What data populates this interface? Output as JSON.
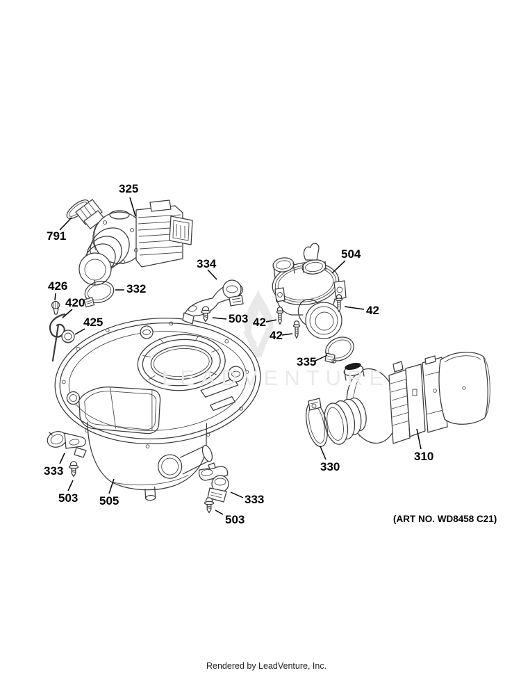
{
  "art_note": "(ART NO. WD8458 C21)",
  "credit": "Rendered by LeadVenture, Inc.",
  "watermark": {
    "text": "LEADVENTURE",
    "icon": "flame-icon"
  },
  "colors": {
    "background": "#ffffff",
    "line": "#3a3a3a",
    "label": "#000000",
    "watermark": "#e9e9e9"
  },
  "callouts": [
    {
      "text": "325",
      "part": "pump-and-motor-assembly"
    },
    {
      "text": "791",
      "part": "o-ring"
    },
    {
      "text": "426",
      "part": "pin"
    },
    {
      "text": "420",
      "part": "wire-clip"
    },
    {
      "text": "425",
      "part": "grommet"
    },
    {
      "text": "332",
      "part": "hose-clamp"
    },
    {
      "text": "334",
      "part": "support-bracket"
    },
    {
      "text": "503",
      "part": "screw"
    },
    {
      "text": "504",
      "part": "valve-housing"
    },
    {
      "text": "42",
      "part": "screw"
    },
    {
      "text": "42",
      "part": "screw"
    },
    {
      "text": "42",
      "part": "screw"
    },
    {
      "text": "335",
      "part": "hose-clamp"
    },
    {
      "text": "330",
      "part": "hose-clamp"
    },
    {
      "text": "310",
      "part": "pump-motor-assembly"
    },
    {
      "text": "333",
      "part": "mounting-bracket"
    },
    {
      "text": "503",
      "part": "screw"
    },
    {
      "text": "505",
      "part": "sump-body"
    },
    {
      "text": "333",
      "part": "mounting-bracket"
    },
    {
      "text": "503",
      "part": "screw"
    }
  ]
}
